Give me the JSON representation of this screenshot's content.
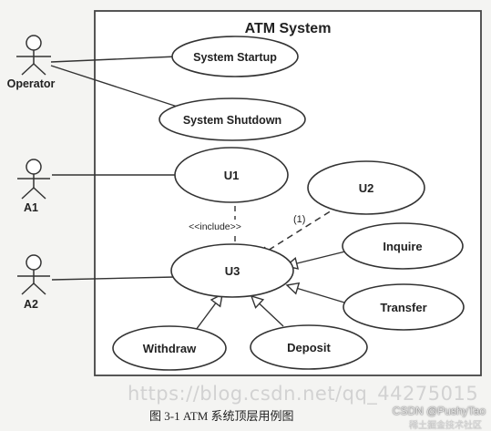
{
  "system": {
    "title": "ATM System"
  },
  "actors": {
    "operator": "Operator",
    "a1": "A1",
    "a2": "A2"
  },
  "use_cases": {
    "startup": "System Startup",
    "shutdown": "System Shutdown",
    "u1": "U1",
    "u2": "U2",
    "u3": "U3",
    "inquire": "Inquire",
    "transfer": "Transfer",
    "withdraw": "Withdraw",
    "deposit": "Deposit"
  },
  "relations": {
    "include_label": "<<include>>",
    "u2_label": "(1)"
  },
  "footer": {
    "watermark": "https://blog.csdn.net/qq_44275015",
    "caption": "图 3-1    ATM 系统顶层用例图",
    "csdn_tag": "CSDN @PushyTao",
    "csdn_sub": "稀土掘金技术社区"
  }
}
